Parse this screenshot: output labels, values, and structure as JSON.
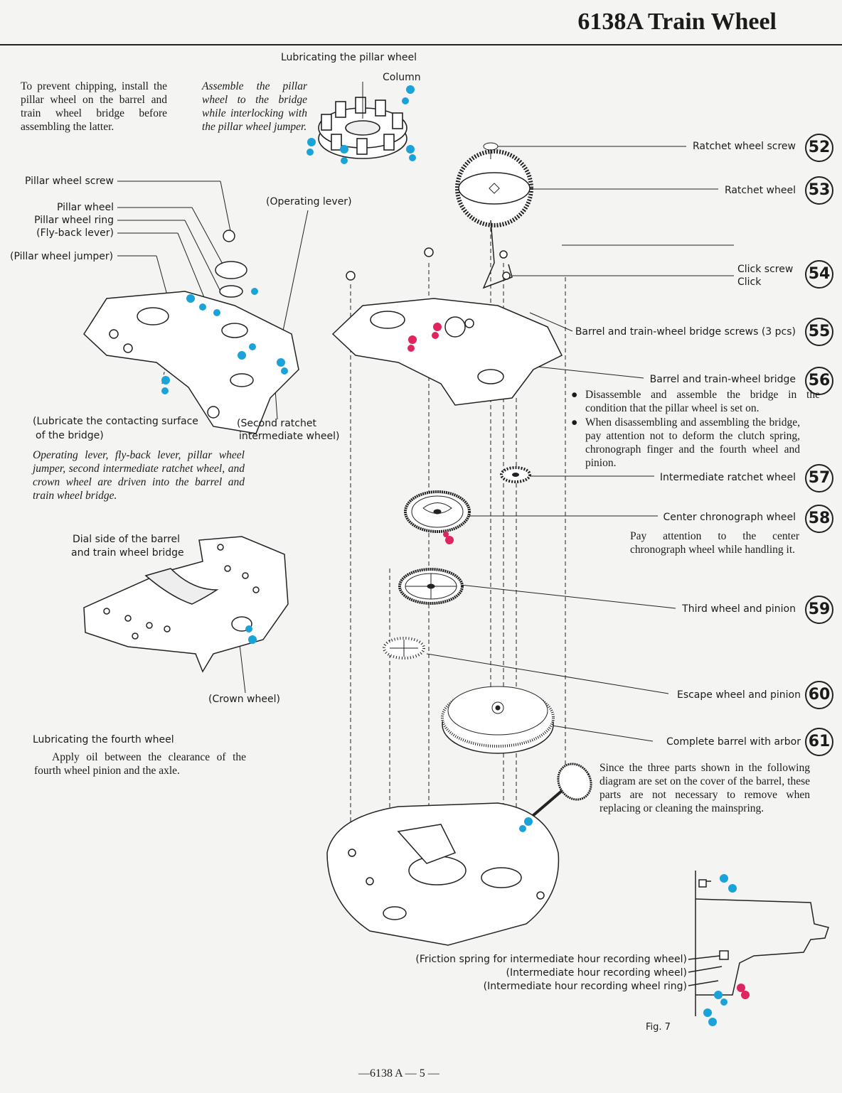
{
  "header": {
    "title": "6138A  Train Wheel"
  },
  "footer": {
    "page_number": "—6138 A — 5 —"
  },
  "left_notes": {
    "chipping": "To prevent chipping, install the pillar wheel on the barrel and train wheel bridge before assembling the latter.",
    "assemble": "Assemble the pillar wheel to the bridge while interlocking with the pillar wheel jumper.",
    "driven": "Operating lever, fly-back lever, pillar wheel jumper, second intermediate ratchet wheel, and crown wheel are driven into the barrel and train wheel bridge.",
    "fourth_title": "Lubricating the fourth wheel",
    "fourth_body": "Apply oil between the clearance of the fourth wheel pinion and the axle."
  },
  "pillar_detail": {
    "title": "Lubricating the pillar wheel",
    "column": "Column"
  },
  "left_labels": {
    "pillar_screw": "Pillar wheel screw",
    "pillar_wheel": "Pillar wheel",
    "pillar_ring": "Pillar wheel ring",
    "flyback": "(Fly-back lever)",
    "jumper": "(Pillar wheel jumper)",
    "operating": "(Operating lever)",
    "lubricate_line1": "(Lubricate the contacting surface",
    "lubricate_line2": "of the bridge)",
    "second_ratchet_1": "(Second ratchet",
    "second_ratchet_2": "intermediate wheel)",
    "dial_side_1": "Dial side of the barrel",
    "dial_side_2": "and train wheel bridge",
    "crown_wheel": "(Crown wheel)"
  },
  "parts": [
    {
      "num": "52",
      "label": "Ratchet wheel screw"
    },
    {
      "num": "53",
      "label": "Ratchet wheel"
    },
    {
      "num": "54",
      "label": "Click screw",
      "label2": "Click"
    },
    {
      "num": "55",
      "label": "Barrel and train-wheel bridge screws (3 pcs)"
    },
    {
      "num": "56",
      "label": "Barrel and train-wheel bridge"
    },
    {
      "num": "57",
      "label": "Intermediate ratchet wheel"
    },
    {
      "num": "58",
      "label": "Center chronograph wheel"
    },
    {
      "num": "59",
      "label": "Third wheel and pinion"
    },
    {
      "num": "60",
      "label": "Escape wheel and pinion"
    },
    {
      "num": "61",
      "label": "Complete barrel with arbor"
    }
  ],
  "notes": {
    "bridge_1": "Disassemble and assemble the bridge in the condition that the pillar wheel is set on.",
    "bridge_2": "When disassembling and assembling the bridge, pay attention not to deform the clutch spring, chronograph finger and the fourth wheel and pinion.",
    "center": "Pay attention to the center chronograph wheel while handling it.",
    "barrel": "Since the three parts shown in the following diagram are set on the cover of the barrel, these parts are not necessary to remove when replacing or cleaning the mainspring."
  },
  "bottom_labels": {
    "friction": "(Friction spring for intermediate hour recording wheel)",
    "intermediate": "(Intermediate hour recording wheel)",
    "ring": "(Intermediate hour recording wheel ring)",
    "fig": "Fig. 7"
  },
  "colors": {
    "oil_blue": "#1aa3d9",
    "oil_red": "#e0245e",
    "ink": "#1b1b1b",
    "paper": "#f4f5f2"
  }
}
